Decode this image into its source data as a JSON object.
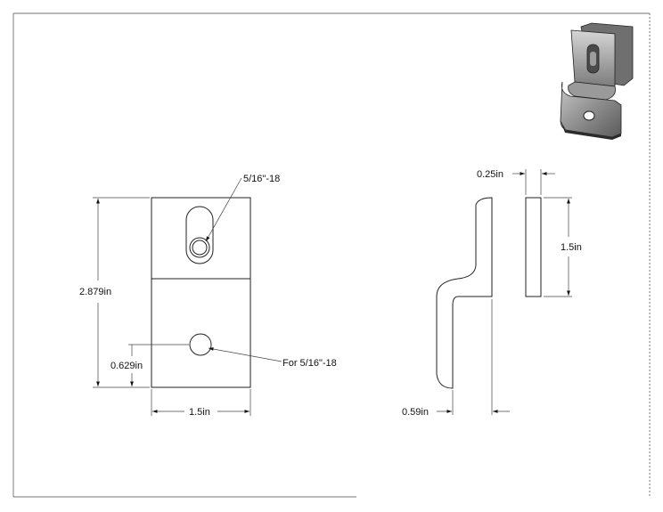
{
  "labels": {
    "thread_callout": "5/16\"-18",
    "hole_callout": "For 5/16\"-18",
    "height_dim": "2.879in",
    "hole_offset_dim": "0.629in",
    "width_dim": "1.5in",
    "thickness_dim": "0.25in",
    "side_height_dim": "1.5in",
    "offset_dim": "0.59in"
  }
}
